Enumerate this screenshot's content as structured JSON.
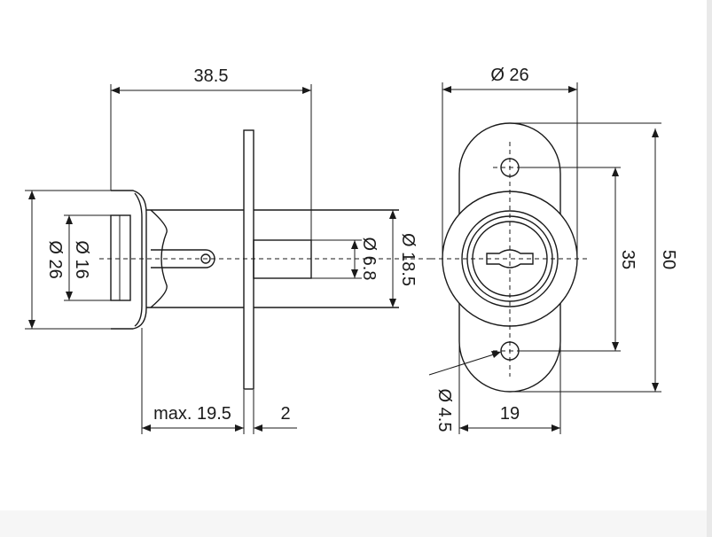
{
  "dimensions": {
    "side_length": "38.5",
    "flange_dia": "Ø 26",
    "bore_dia": "Ø 16",
    "pin_dia": "Ø 6.8",
    "body_dia": "Ø 18.5",
    "max_depth": "max. 19.5",
    "plate_thickness": "2",
    "front_dia": "Ø 26",
    "hole_spacing": "35",
    "plate_height": "50",
    "plate_width": "19",
    "hole_dia": "Ø 4.5"
  }
}
